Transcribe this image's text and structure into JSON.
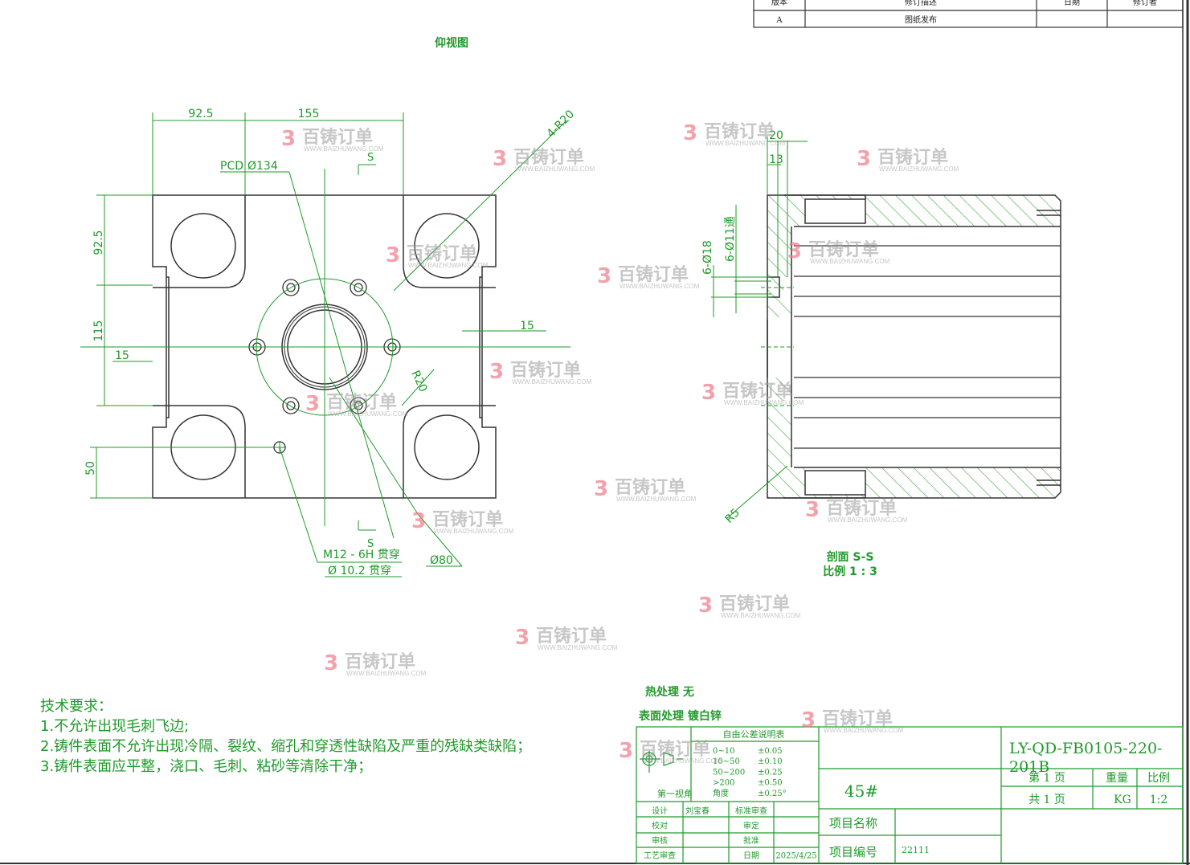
{
  "colors": {
    "line": "#333333",
    "dim": "#1f9a2a",
    "hatch": "#3aaa3a",
    "watermark": "#ee7b8a"
  },
  "revision_table": {
    "headers": [
      "版本",
      "修订描述",
      "日期",
      "修订者"
    ],
    "rows": [
      [
        "A",
        "图纸发布",
        "",
        ""
      ]
    ]
  },
  "bottom_view": {
    "title": "仰视图",
    "dims": {
      "d1": "92.5",
      "d2": "155",
      "pcd": "PCD",
      "pcd_val": "Ø134",
      "r4": "4-R20",
      "s_top": "S",
      "s_bot": "S",
      "v925": "92.5",
      "v115": "115",
      "v50": "50",
      "h15_left": "15",
      "h15_right": "15",
      "r20": "R20",
      "thread": "M12 - 6H 贯穿",
      "drill": "Ø 10.2 贯穿",
      "d80": "Ø80"
    }
  },
  "section_view": {
    "dims": {
      "d20": "20",
      "d13": "13",
      "d18": "6-Ø18",
      "d11": "6-Ø11通",
      "r5": "R5"
    },
    "title": "剖面 S-S",
    "scale": "比例 1 : 3"
  },
  "tech": {
    "title": "技术要求：",
    "items": [
      "1.不允许出现毛刺飞边;",
      "2.铸件表面不允许出现冷隔、裂纹、缩孔和穿透性缺陷及严重的残缺类缺陷；",
      "3.铸件表面应平整，浇口、毛刺、粘砂等清除干净；"
    ]
  },
  "treatment": {
    "heat": "热处理  无",
    "surface": "表面处理 镀白锌"
  },
  "title_block": {
    "tol_title": "自由公差说明表",
    "tol_rows": [
      [
        "0~10",
        "±0.05"
      ],
      [
        "10~50",
        "±0.10"
      ],
      [
        "50~200",
        "±0.25"
      ],
      [
        ">200",
        "±0.50"
      ],
      [
        "角度",
        "±0.25°"
      ]
    ],
    "projection": "第一视角",
    "sign": [
      [
        "设计",
        "刘宝春",
        "标准审查",
        ""
      ],
      [
        "校对",
        "",
        "审定",
        ""
      ],
      [
        "审核",
        "",
        "批准",
        ""
      ],
      [
        "工艺审查",
        "",
        "日期",
        "2025/4/25"
      ]
    ],
    "material": "45#",
    "project_name_label": "项目名称",
    "project_name": "",
    "project_no_label": "项目编号",
    "project_no": "22111",
    "drawing_no": "LY-QD-FB0105-220-201B",
    "page": "第 1 页",
    "pages": "共 1 页",
    "weight_label": "重量",
    "weight_unit": "KG",
    "scale_label": "比例",
    "scale": "1:2"
  },
  "watermark": {
    "brand": "百铸订单",
    "url": "WWW.BAIZHUWANG.COM"
  }
}
